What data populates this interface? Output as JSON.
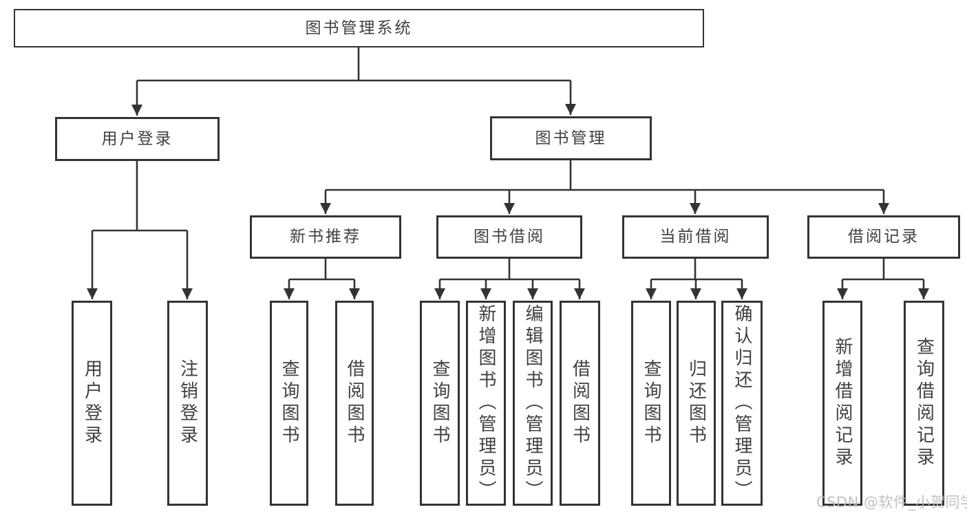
{
  "tree": {
    "root": {
      "label": "图书管理系统"
    },
    "children": [
      {
        "label": "用户登录",
        "children": [
          {
            "label": "用户登录"
          },
          {
            "label": "注销登录"
          }
        ]
      },
      {
        "label": "图书管理",
        "children": [
          {
            "label": "新书推荐",
            "children": [
              {
                "label": "查询图书"
              },
              {
                "label": "借阅图书"
              }
            ]
          },
          {
            "label": "图书借阅",
            "children": [
              {
                "label": "查询图书"
              },
              {
                "label": "新增图书（管理员）"
              },
              {
                "label": "编辑图书（管理员）"
              },
              {
                "label": "借阅图书"
              }
            ]
          },
          {
            "label": "当前借阅",
            "children": [
              {
                "label": "查询图书"
              },
              {
                "label": "归还图书"
              },
              {
                "label": "确认归还（管理员）"
              }
            ]
          },
          {
            "label": "借阅记录",
            "children": [
              {
                "label": "新增借阅记录"
              },
              {
                "label": "查询借阅记录"
              }
            ]
          }
        ]
      }
    ]
  },
  "watermark": {
    "text": "CSDN @软件_小贺同学",
    "color": "#bababa"
  },
  "colors": {
    "line": "#333333",
    "box_border": "#333333",
    "text": "#404040",
    "background": "#ffffff"
  }
}
